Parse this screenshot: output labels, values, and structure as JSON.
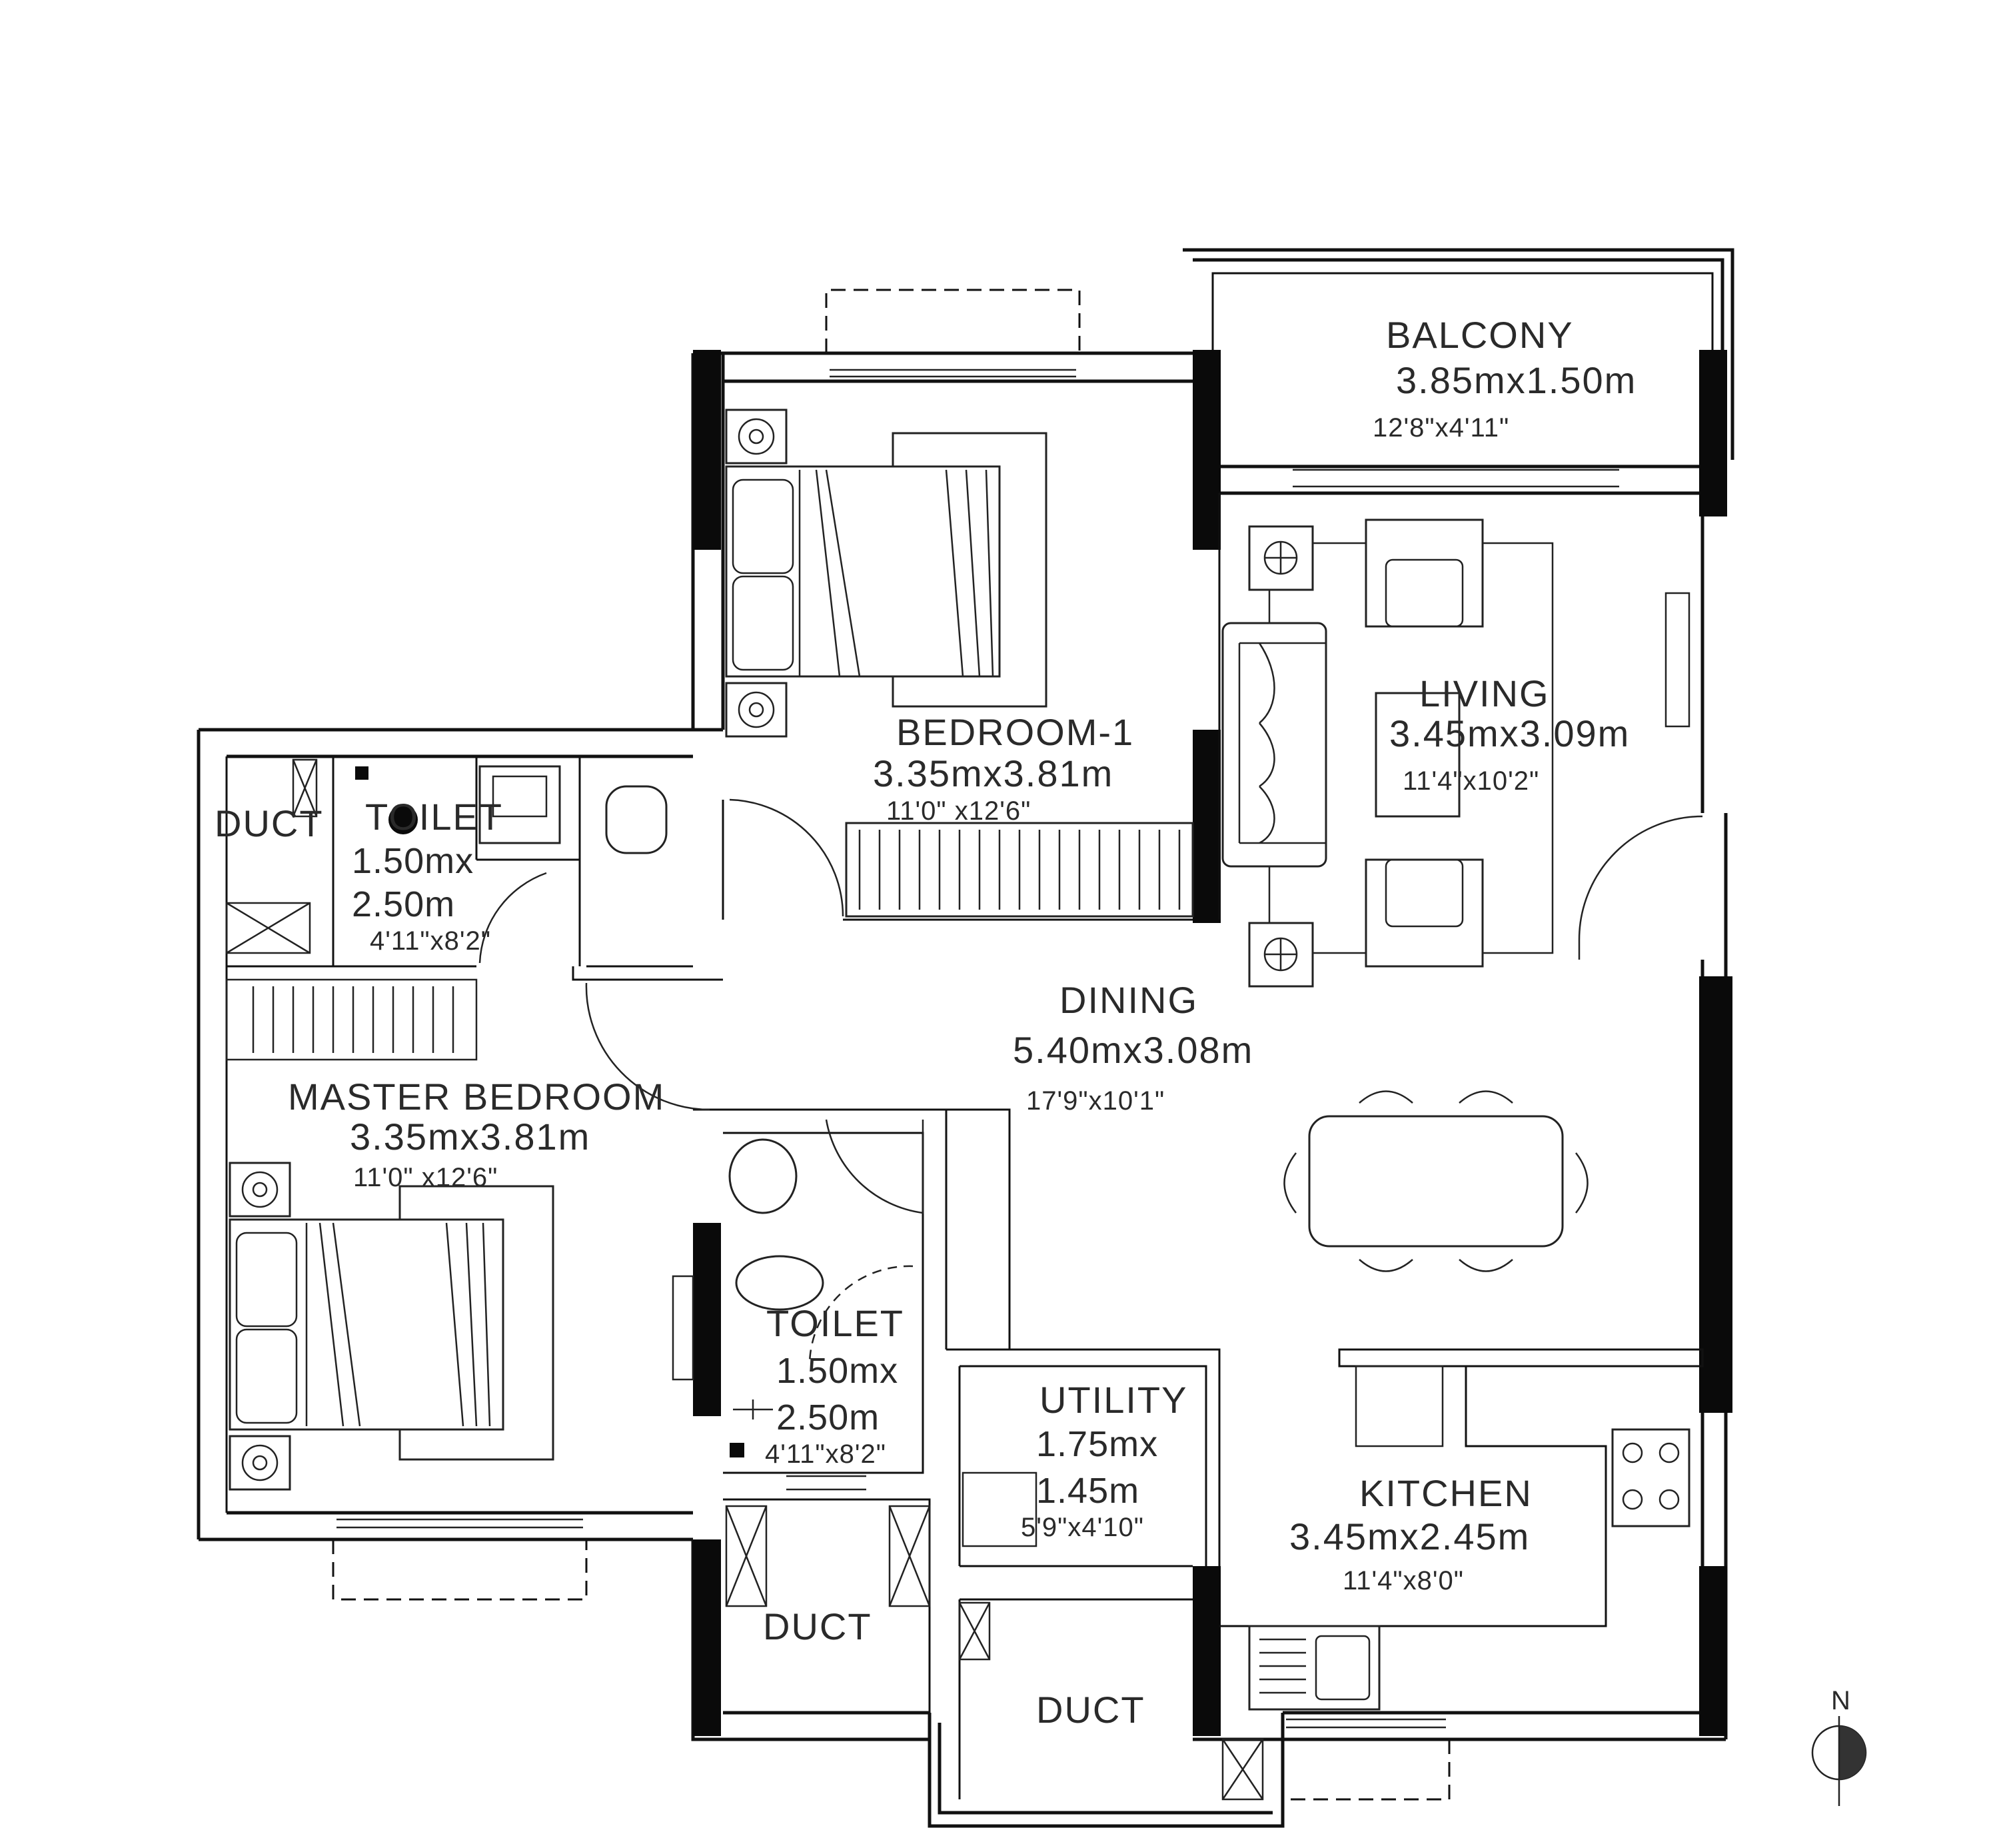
{
  "rooms": {
    "balcony": {
      "name": "BALCONY",
      "metric": "3.85mx1.50m",
      "imperial": "12'8\"x4'11\""
    },
    "bedroom1": {
      "name": "BEDROOM-1",
      "metric": "3.35mx3.81m",
      "imperial": "11'0\" x12'6\""
    },
    "living": {
      "name": "LIVING",
      "metric": "3.45mx3.09m",
      "imperial": "11'4\"x10'2\""
    },
    "toilet1": {
      "name": "TOILET",
      "metric_line1": "1.50mx",
      "metric_line2": "2.50m",
      "imperial": "4'11\"x8'2\""
    },
    "duct_left": {
      "name": "DUCT"
    },
    "dining": {
      "name": "DINING",
      "metric": "5.40mx3.08m",
      "imperial": "17'9\"x10'1\""
    },
    "master_bedroom": {
      "name": "MASTER  BEDROOM",
      "metric": "3.35mx3.81m",
      "imperial": "11'0\"  x12'6\""
    },
    "toilet2": {
      "name": "TOILET",
      "metric_line1": "1.50mx",
      "metric_line2": "2.50m",
      "imperial": "4'11\"x8'2\""
    },
    "utility": {
      "name": "UTILITY",
      "metric_line1": "1.75mx",
      "metric_line2": "1.45m",
      "imperial": "5'9\"x4'10\""
    },
    "kitchen": {
      "name": "KITCHEN",
      "metric": "3.45mx2.45m",
      "imperial": "11'4\"x8'0\""
    },
    "duct_bottom_left": {
      "name": "DUCT"
    },
    "duct_bottom_mid": {
      "name": "DUCT"
    }
  },
  "compass": {
    "label": "N"
  },
  "colors": {
    "line": "#111111",
    "text": "#2a2a2a",
    "background": "#ffffff"
  }
}
